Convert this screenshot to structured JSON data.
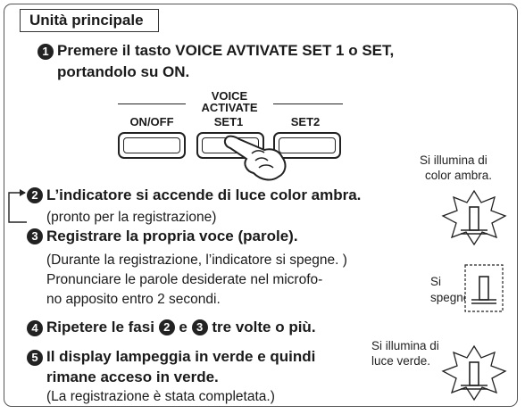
{
  "section_title": "Unità principale",
  "step1": {
    "num": "1",
    "line1": "Premere il tasto VOICE AVTIVATE SET 1 o SET,",
    "line2": "portandolo su ON."
  },
  "panel": {
    "voice": "VOICE",
    "activate": "ACTIVATE",
    "btn_onoff": "ON/OFF",
    "btn_set1": "SET1",
    "btn_set2": "SET2"
  },
  "step2": {
    "num": "2",
    "title": "L’indicatore si accende di luce color ambra.",
    "note": "(pronto per la registrazione)"
  },
  "step3": {
    "num": "3",
    "title": "Registrare la propria voce (parole).",
    "note1": "(Durante la registrazione, l’indicatore si spegne. )",
    "note2": "Pronunciare le parole desiderate nel microfo-",
    "note3": "no apposito entro 2 secondi."
  },
  "step4": {
    "num": "4",
    "pre": "Ripetere le fasi",
    "ref_a": "2",
    "mid": "e",
    "ref_b": "3",
    "post": "tre volte o più."
  },
  "step5": {
    "num": "5",
    "line1": "Il display lampeggia in verde e quindi",
    "line2": "rimane acceso in verde.",
    "note": "(La registrazione è stata completata.)"
  },
  "indicators": {
    "amber_line1": "Si illumina di",
    "amber_line2": "color ambra.",
    "off_line1": "Si",
    "off_line2": "spegne.",
    "green_line1": "Si illumina di",
    "green_line2": "luce verde."
  }
}
